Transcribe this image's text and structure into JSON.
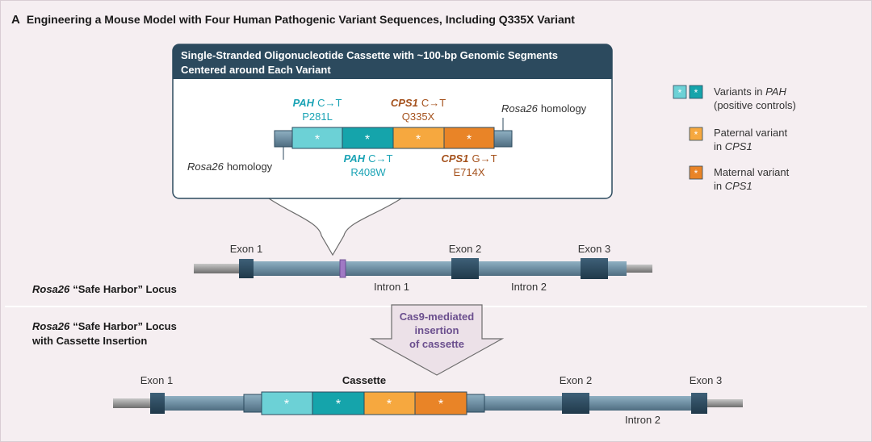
{
  "panel": {
    "letter": "A",
    "title": "Engineering a Mouse Model with Four Human Pathogenic Variant Sequences, Including Q335X Variant"
  },
  "callout": {
    "title_line1": "Single-Stranded Oligonucleotide Cassette with ~100-bp Genomic Segments",
    "title_line2": "Centered around Each Variant",
    "homology_gene": "Rosa26",
    "homology_word": "homology",
    "labels": {
      "pah1_gene": "PAH",
      "pah1_change": "C→T",
      "pah1_variant": "P281L",
      "pah2_gene": "PAH",
      "pah2_change": "C→T",
      "pah2_variant": "R408W",
      "cps1a_gene": "CPS1",
      "cps1a_change": "C→T",
      "cps1a_variant": "Q335X",
      "cps1b_gene": "CPS1",
      "cps1b_change": "G→T",
      "cps1b_variant": "E714X"
    }
  },
  "legend": {
    "items": [
      {
        "text_a": "Variants in ",
        "gene": "PAH",
        "text_b": "",
        "line2": "(positive controls)"
      },
      {
        "text_a": "Paternal variant",
        "gene": "",
        "text_b": "",
        "line2_a": "in ",
        "line2_gene": "CPS1"
      },
      {
        "text_a": "Maternal variant",
        "gene": "",
        "text_b": "",
        "line2_a": "in ",
        "line2_gene": "CPS1"
      }
    ]
  },
  "locus_top": {
    "exon1": "Exon 1",
    "exon2": "Exon 2",
    "exon3": "Exon 3",
    "intron1": "Intron 1",
    "intron2": "Intron 2",
    "label_gene": "Rosa26",
    "label_rest": "“Safe Harbor” Locus"
  },
  "insertion": {
    "line1": "Cas9-mediated",
    "line2": "insertion",
    "line3": "of cassette"
  },
  "locus_bottom": {
    "label_gene": "Rosa26",
    "label_rest": "“Safe Harbor” Locus",
    "label_line2": "with Cassette Insertion",
    "exon1": "Exon 1",
    "exon2": "Exon 2",
    "exon3": "Exon 3",
    "cassette": "Cassette",
    "intron2": "Intron 2"
  },
  "symbols": {
    "star": "*"
  },
  "colors": {
    "panel_bg": "#f5eef1",
    "callout_header": "#2c4a5e",
    "locus_bar": "#6f8fa3",
    "exon": "#2c4a5e",
    "pah_light": "#6cd1d6",
    "pah_dark": "#15a4ab",
    "cps1_paternal": "#f6a83f",
    "cps1_maternal": "#e98427",
    "teal_text": "#1aa3b5",
    "brown_text": "#a5521d",
    "purple_text": "#6b4f8e",
    "arrow_fill": "#ece1e8"
  }
}
